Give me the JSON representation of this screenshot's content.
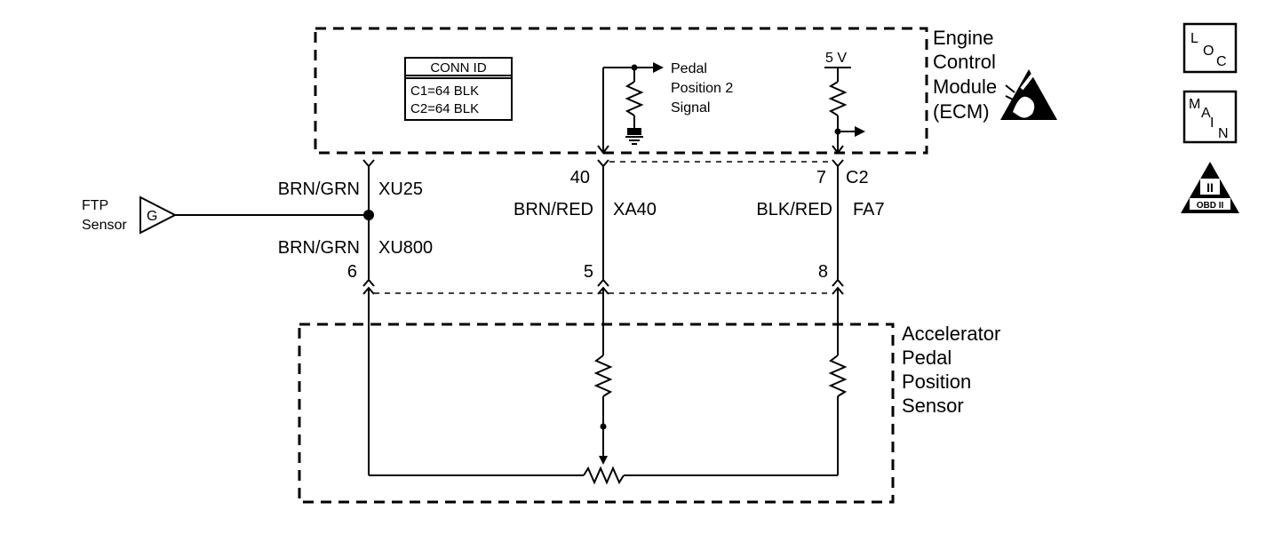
{
  "ecm": {
    "label_lines": [
      "Engine",
      "Control",
      "Module",
      "(ECM)"
    ],
    "conn_id": {
      "title": "CONN ID",
      "lines": [
        "C1=64 BLK",
        "C2=64 BLK"
      ]
    },
    "signal_lines": [
      "Pedal",
      "Position 2",
      "Signal"
    ],
    "voltage": "5 V"
  },
  "sensor": {
    "label_lines": [
      "Accelerator",
      "Pedal",
      "Position",
      "Sensor"
    ]
  },
  "ftp": {
    "label_lines": [
      "FTP",
      "Sensor"
    ],
    "connector_letter": "G"
  },
  "circuits": {
    "left": {
      "color_top": "BRN/GRN",
      "circuit_top": "XU25",
      "color_bottom": "BRN/GRN",
      "circuit_bottom": "XU800",
      "pin_bottom": "6"
    },
    "middle": {
      "pin_top": "40",
      "color": "BRN/RED",
      "circuit": "XA40",
      "pin_bottom": "5"
    },
    "right": {
      "pin_top": "7",
      "connector": "C2",
      "color": "BLK/RED",
      "circuit": "FA7",
      "pin_bottom": "8"
    }
  },
  "badges": {
    "loc": [
      "L",
      "O",
      "C"
    ],
    "main": [
      "M",
      "A",
      "I",
      "N"
    ],
    "obd": {
      "roman": "II",
      "label": "OBD II"
    }
  }
}
